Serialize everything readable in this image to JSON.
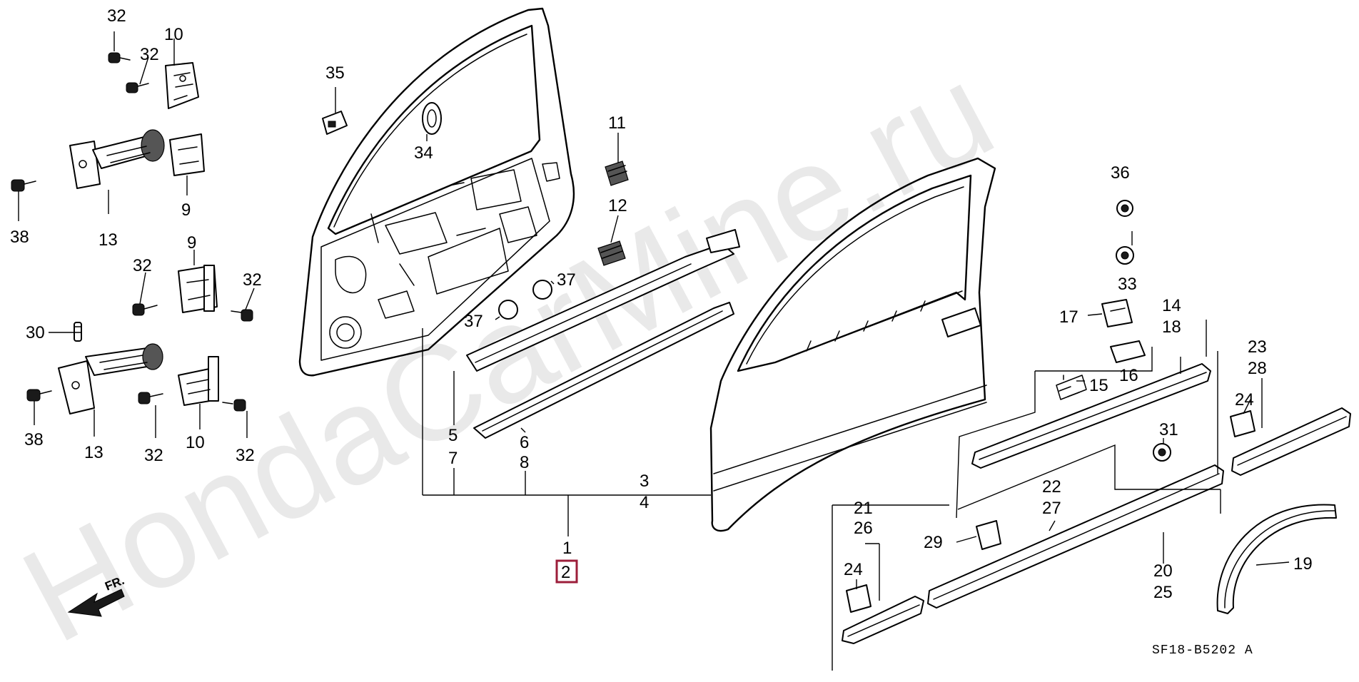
{
  "watermark": "HondaCarMine.ru",
  "diagram_code": "SF18-B5202 A",
  "direction_label": "FR.",
  "highlighted_part": "2",
  "callouts": {
    "c32a": "32",
    "c10a": "10",
    "c32b": "32",
    "c9a": "9",
    "c13a": "13",
    "c38a": "38",
    "c9b": "9",
    "c32c": "32",
    "c32d": "32",
    "c30": "30",
    "c38b": "38",
    "c13b": "13",
    "c32e": "32",
    "c10b": "10",
    "c32f": "32",
    "c35": "35",
    "c34": "34",
    "c11": "11",
    "c12": "12",
    "c37a": "37",
    "c37b": "37",
    "c5": "5",
    "c7": "7",
    "c6": "6",
    "c8": "8",
    "c3": "3",
    "c4": "4",
    "c1": "1",
    "c2": "2",
    "c36": "36",
    "c33": "33",
    "c17": "17",
    "c14": "14",
    "c18": "18",
    "c16": "16",
    "c15": "15",
    "c23": "23",
    "c28": "28",
    "c24a": "24",
    "c31": "31",
    "c22": "22",
    "c27": "27",
    "c21": "21",
    "c26": "26",
    "c29": "29",
    "c24b": "24",
    "c20": "20",
    "c25": "25",
    "c19": "19"
  }
}
